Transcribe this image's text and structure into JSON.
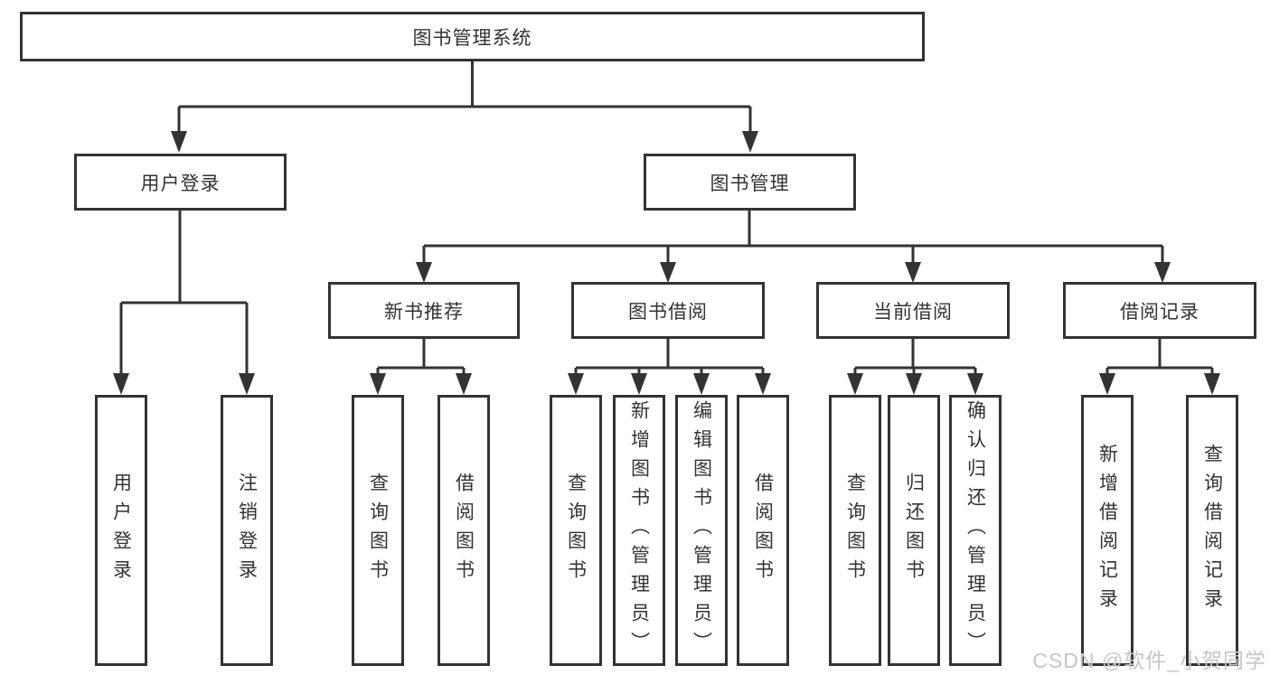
{
  "root": {
    "label": "图书管理系统",
    "children": [
      {
        "label": "用户登录",
        "children": [
          {
            "label": "用户登录"
          },
          {
            "label": "注销登录"
          }
        ]
      },
      {
        "label": "图书管理",
        "children": [
          {
            "label": "新书推荐",
            "children": [
              {
                "label": "查询图书"
              },
              {
                "label": "借阅图书"
              }
            ]
          },
          {
            "label": "图书借阅",
            "children": [
              {
                "label": "查询图书"
              },
              {
                "label": "新增图书（管理员）"
              },
              {
                "label": "编辑图书（管理员）"
              },
              {
                "label": "借阅图书"
              }
            ]
          },
          {
            "label": "当前借阅",
            "children": [
              {
                "label": "查询图书"
              },
              {
                "label": "归还图书"
              },
              {
                "label": "确认归还（管理员）"
              }
            ]
          },
          {
            "label": "借阅记录",
            "children": [
              {
                "label": "新增借阅记录"
              },
              {
                "label": "查询借阅记录"
              }
            ]
          }
        ]
      }
    ]
  },
  "watermark": {
    "text": "CSDN @软件_小贺同学"
  },
  "colors": {
    "line": "#333333",
    "text": "#333333",
    "box_background": "#ffffff",
    "watermark": "#c6c6c6",
    "page_background": "#ffffff"
  }
}
